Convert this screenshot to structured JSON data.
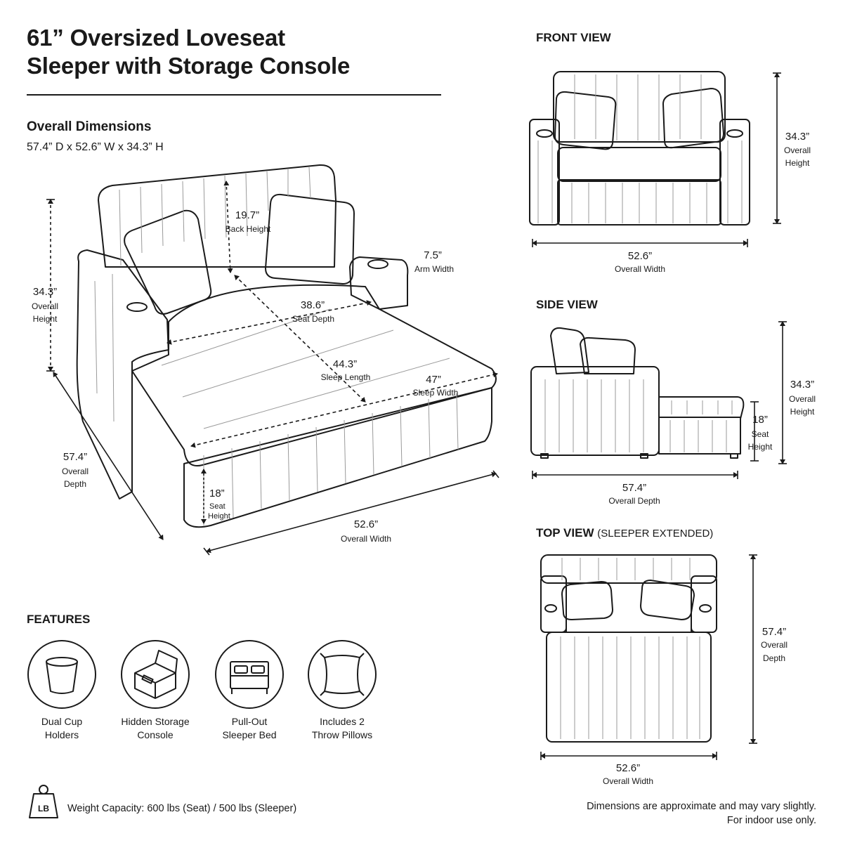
{
  "title": {
    "line1": "61” Oversized Loveseat",
    "line2": "Sleeper with Storage Console"
  },
  "overall": {
    "heading": "Overall Dimensions",
    "value": "57.4” D x 52.6” W x 34.3” H"
  },
  "main_view": {
    "overall_height": {
      "value": "34.3”",
      "l1": "Overall",
      "l2": "Height"
    },
    "back_height": {
      "value": "19.7”",
      "label": "Back Height"
    },
    "arm_width": {
      "value": "7.5”",
      "label": "Arm Width"
    },
    "seat_depth": {
      "value": "38.6”",
      "label": "Seat Depth"
    },
    "sleep_length": {
      "value": "44.3”",
      "label": "Sleep Length"
    },
    "sleep_width": {
      "value": "47”",
      "label": "Sleep Width"
    },
    "overall_depth": {
      "value": "57.4”",
      "l1": "Overall",
      "l2": "Depth"
    },
    "seat_height": {
      "value": "18”",
      "l1": "Seat",
      "l2": "Height"
    },
    "overall_width": {
      "value": "52.6”",
      "label": "Overall Width"
    }
  },
  "front_view": {
    "title": "FRONT VIEW",
    "height": {
      "value": "34.3”",
      "l1": "Overall",
      "l2": "Height"
    },
    "width": {
      "value": "52.6”",
      "label": "Overall Width"
    }
  },
  "side_view": {
    "title": "SIDE VIEW",
    "height": {
      "value": "34.3”",
      "l1": "Overall",
      "l2": "Height"
    },
    "seat_height": {
      "value": "18”",
      "l1": "Seat",
      "l2": "Height"
    },
    "depth": {
      "value": "57.4”",
      "label": "Overall Depth"
    }
  },
  "top_view": {
    "title": "TOP VIEW",
    "title_note": "(SLEEPER EXTENDED)",
    "depth": {
      "value": "57.4”",
      "l1": "Overall",
      "l2": "Depth"
    },
    "width": {
      "value": "52.6”",
      "label": "Overall Width"
    }
  },
  "features": {
    "heading": "FEATURES",
    "items": [
      {
        "icon": "cup-holder-icon",
        "l1": "Dual Cup",
        "l2": "Holders"
      },
      {
        "icon": "storage-box-icon",
        "l1": "Hidden Storage",
        "l2": "Console"
      },
      {
        "icon": "bed-icon",
        "l1": "Pull-Out",
        "l2": "Sleeper Bed"
      },
      {
        "icon": "pillow-icon",
        "l1": "Includes 2",
        "l2": "Throw Pillows"
      }
    ]
  },
  "weight": {
    "badge": "LB",
    "text": "Weight Capacity: 600 lbs (Seat) / 500 lbs (Sleeper)"
  },
  "disclaimer": {
    "line1": "Dimensions are approximate and may vary slightly.",
    "line2": "For indoor use only."
  }
}
